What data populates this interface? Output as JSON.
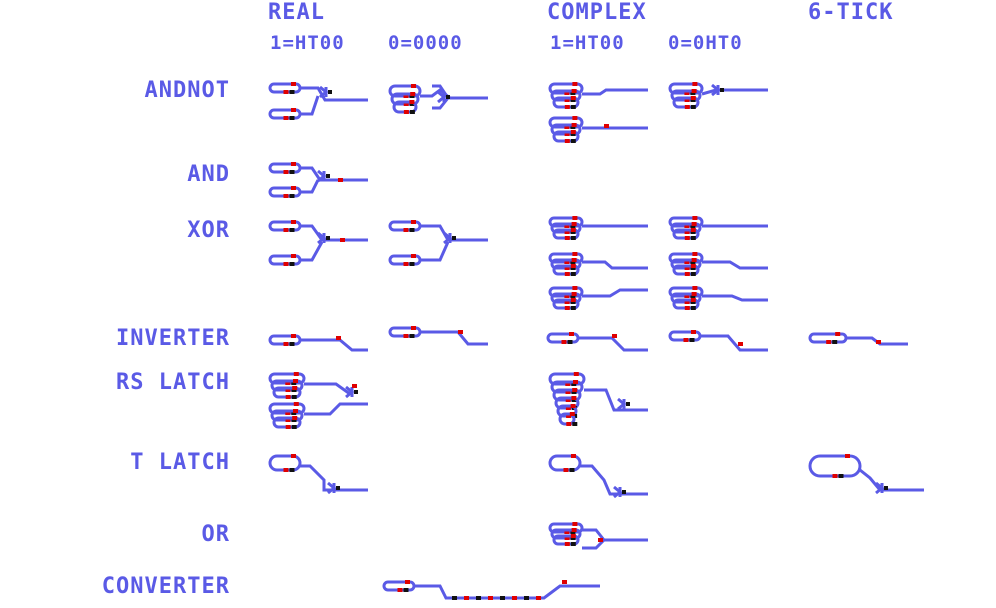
{
  "headers": {
    "real": "REAL",
    "complex": "COMPLEX",
    "six_tick": "6-TICK",
    "real_one": "1=HT00",
    "real_zero": "0=0000",
    "complex_one": "1=HT00",
    "complex_zero": "0=0HT0"
  },
  "rows": [
    {
      "key": "andnot",
      "label": "ANDNOT"
    },
    {
      "key": "and",
      "label": "AND"
    },
    {
      "key": "xor",
      "label": "XOR"
    },
    {
      "key": "inverter",
      "label": "INVERTER"
    },
    {
      "key": "rs_latch",
      "label": "RS LATCH"
    },
    {
      "key": "t_latch",
      "label": "T LATCH"
    },
    {
      "key": "or",
      "label": "OR"
    },
    {
      "key": "converter",
      "label": "CONVERTER"
    }
  ],
  "colors": {
    "wire": "#5a5ae6",
    "electron_head": "#e00000",
    "electron_tail": "#111111",
    "text": "#5a5ae6"
  }
}
